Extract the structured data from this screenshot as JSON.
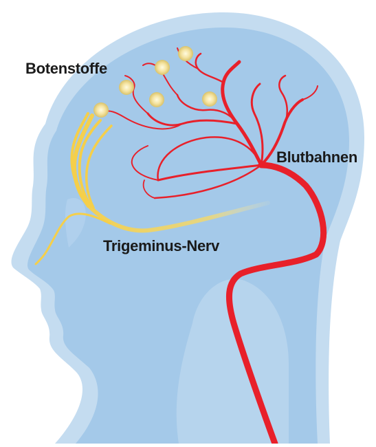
{
  "labels": {
    "botenstoffe": "Botenstoffe",
    "blutbahnen": "Blutbahnen",
    "trigeminus": "Trigeminus-Nerv"
  },
  "colors": {
    "head_outer": "#c4dcf0",
    "head_inner": "#a4c9e9",
    "blood_vessel": "#e8202a",
    "nerve": "#f5cf4a",
    "messenger_dot": "#f2e3a0",
    "text": "#1a1a1a"
  },
  "icons": {
    "messenger": "glowing-dot-icon"
  }
}
